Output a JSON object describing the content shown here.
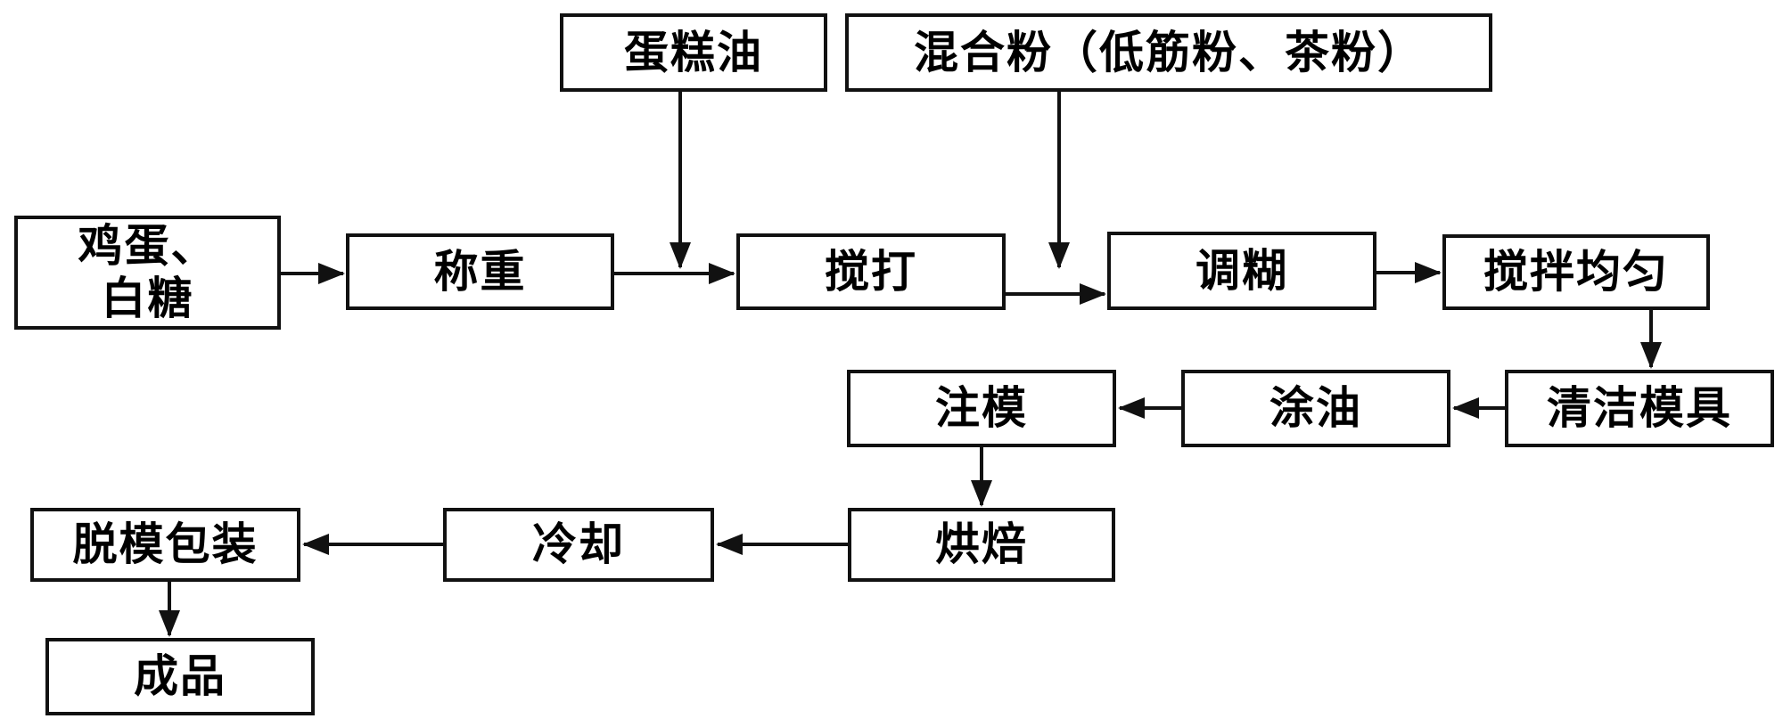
{
  "diagram": {
    "type": "flowchart",
    "language": "zh-CN",
    "theme": {
      "line_color": "#111111",
      "background_color": "#ffffff",
      "text_color": "#000000"
    },
    "nodes": {
      "eggs_sugar": {
        "label_line1": "鸡蛋、",
        "label_line2": "白糖"
      },
      "weighing": {
        "label": "称重"
      },
      "cake_oil": {
        "label": "蛋糕油"
      },
      "mixed_powder": {
        "label": "混合粉（低筋粉、茶粉）"
      },
      "whipping": {
        "label": "搅打"
      },
      "batter_mixing": {
        "label": "调糊"
      },
      "stir_evenly": {
        "label": "搅拌均匀"
      },
      "clean_mold": {
        "label": "清洁模具"
      },
      "oil_coating": {
        "label": "涂油"
      },
      "mold_filling": {
        "label": "注模"
      },
      "baking": {
        "label": "烘焙"
      },
      "cooling": {
        "label": "冷却"
      },
      "demold_packaging": {
        "label": "脱模包装"
      },
      "finished_product": {
        "label": "成品"
      }
    },
    "edges": [
      {
        "from": "鸡蛋、白糖",
        "to": "称重"
      },
      {
        "from": "称重",
        "to": "搅打"
      },
      {
        "from": "蛋糕油",
        "to": "称重→搅打连线"
      },
      {
        "from": "搅打",
        "to": "调糊"
      },
      {
        "from": "混合粉（低筋粉、茶粉）",
        "to": "搅打→调糊连线"
      },
      {
        "from": "调糊",
        "to": "搅拌均匀"
      },
      {
        "from": "搅拌均匀",
        "to": "清洁模具"
      },
      {
        "from": "清洁模具",
        "to": "涂油"
      },
      {
        "from": "涂油",
        "to": "注模"
      },
      {
        "from": "注模",
        "to": "烘焙"
      },
      {
        "from": "烘焙",
        "to": "冷却"
      },
      {
        "from": "冷却",
        "to": "脱模包装"
      },
      {
        "from": "脱模包装",
        "to": "成品"
      }
    ]
  }
}
